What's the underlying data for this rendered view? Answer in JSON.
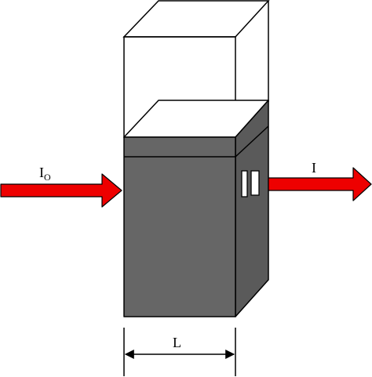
{
  "labels": {
    "incident_main": "I",
    "incident_sub": "O",
    "transmitted": "I",
    "path_length": "L"
  },
  "colors": {
    "beam": "#ee0000",
    "cuvette_front": "#666666",
    "cuvette_side": "#5a5a5a",
    "outline": "#000000",
    "background": "#ffffff"
  }
}
